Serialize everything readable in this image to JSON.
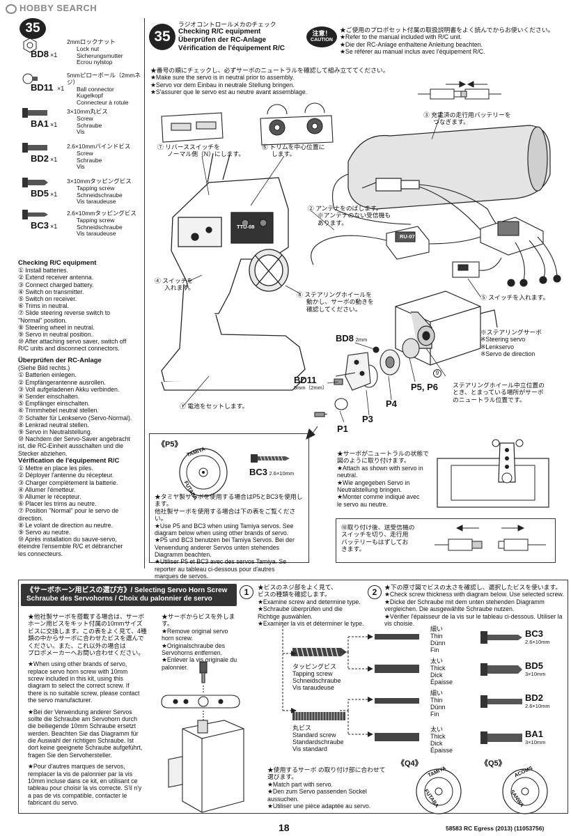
{
  "watermark": "HOBBY SEARCH",
  "step_number": "35",
  "parts": [
    {
      "code": "BD8",
      "qty": "×1",
      "desc": [
        "2mmロックナット",
        "Lock nut",
        "Sicherungsmutter",
        "Ecrou nylstop"
      ]
    },
    {
      "code": "BD11",
      "qty": "×1",
      "desc": [
        "5mmピローボール（2mmネジ）",
        "Ball connector",
        "Kugelkopf",
        "Connecteur à rotule"
      ]
    },
    {
      "code": "BA1",
      "qty": "×1",
      "desc": [
        "3×10mm丸ビス",
        "Screw",
        "Schraube",
        "Vis"
      ]
    },
    {
      "code": "BD2",
      "qty": "×1",
      "desc": [
        "2.6×10mmバインドビス",
        "Screw",
        "Schraube",
        "Vis"
      ]
    },
    {
      "code": "BD5",
      "qty": "×1",
      "desc": [
        "3×10mmタッピングビス",
        "Tapping screw",
        "Schneidschraube",
        "Vis taraudeuse"
      ]
    },
    {
      "code": "BC3",
      "qty": "×1",
      "desc": [
        "2.6×10mmタッピングビス",
        "Tapping screw",
        "Schneidschraube",
        "Vis taraudeuse"
      ]
    }
  ],
  "checklists": [
    {
      "title": "Checking R/C equipment",
      "subtitle": "",
      "items": [
        "① Install batteries.",
        "② Extend receiver antenna.",
        "③ Connect charged battery.",
        "④ Switch on transmitter.",
        "⑤ Switch on receiver.",
        "⑥ Trims in neutral.",
        "⑦ Slide steering reverse switch to",
        "\"Normal\" position.",
        "⑧ Steering wheel in neutral.",
        "⑨ Servo in neutral position.",
        "⑩ After attaching servo saver, switch off",
        "R/C units and disconnect connectors."
      ]
    },
    {
      "title": "Überprüfen der RC-Anlage",
      "subtitle": "(Siehe Bild rechts.)",
      "items": [
        "① Batterien einlegen.",
        "② Empfängerantenne ausrollen.",
        "③ Voll aufgeladenen Akku verbinden.",
        "④ Sender einschalten.",
        "⑤ Empfänger einschalten.",
        "⑥ Trimmhebel neutral stellen.",
        "⑦ Schalter für Lenkservo (Servo-Normal).",
        "⑧ Lenkrad neutral stellen.",
        "⑨ Servo in Neutralstellung.",
        "⑩ Nachdem der Servo-Saver angebracht",
        "ist, die RC-Einheit ausschalten und die",
        "Stecker abziehen."
      ]
    },
    {
      "title": "Vérification de l'équipement R/C",
      "subtitle": "",
      "items": [
        "① Mettre en place les piles.",
        "② Déployer l'antenne du récepteur.",
        "③ Charger complètement la batterie.",
        "④ Allumer l'émetteur.",
        "⑤ Allumer le récepteur.",
        "⑥ Placer les trims au neutre.",
        "⑦ Position \"Normal\" pour le servo de",
        "direction.",
        "⑧ Le volant de direction au neutre.",
        "⑨ Servo au neutre.",
        "⑩ Après installation du sauve-servo,",
        "éteindre l'ensemble R/C et débrancher",
        "les connecteurs."
      ]
    }
  ],
  "header": {
    "title_lines": [
      "ラジオコントロールメカのチェック",
      "Checking R/C equipment",
      "Überprüfen der RC-Anlage",
      "Vérification de l'équipement R/C"
    ],
    "caution_jp": "注意！",
    "caution_en": "CAUTION",
    "caution_lines": [
      "★ご使用のプロポセット付属の取扱説明書をよく読んでからお使いください。",
      "★Refer to the manual included with R/C unit.",
      "★Die der RC-Anlage enthaltene Anleitung beachten.",
      "★Se référer au manual inclus avec l'équipement R/C."
    ]
  },
  "intro_lines": [
    "★番号の順にチェックし、必ずサーボのニュートラルを確認して組み立ててください。",
    "★Make sure the servo is in neutral prior to assembly.",
    "★Servo vor dem Einbau in neutrale Stellung bringen.",
    "★S'assurer que le servo est au neutre avant assemblage."
  ],
  "callouts": {
    "c3": [
      "③ 充電済の走行用バッテリーを",
      "つなぎます。"
    ],
    "c7": [
      "⑦ リバーススイッチを",
      "ノーマル側（N）にします。"
    ],
    "c6": [
      "⑥ トリムを中心位置に",
      "します。"
    ],
    "c2": [
      "② アンテナをのばします。",
      "※アンテナのない受信機も",
      "あります。"
    ],
    "c4": [
      "④ スイッチを",
      "入れます。"
    ],
    "c8": [
      "⑧ ステアリングホイールを",
      "動かし、サーボの動きを",
      "確認してください。"
    ],
    "c5": "⑤ スイッチを入れます。",
    "c1": "① 電池をセットします。",
    "c9": [
      "ステアリングホイール中立位置の",
      "とき、とまっている場所がサーボ",
      "のニュートラル位置です。"
    ],
    "servo_note": [
      "※ステアリングサーボ",
      "※Steering servo",
      "※Lenkservo",
      "※Servo de direction"
    ],
    "receiver_label": "RU-07",
    "transmitter_label": "TTU-08",
    "bd8_label": "BD8",
    "bd8_size": "2mm",
    "bd11_label": "BD11",
    "bd11_size": "5mm（2mm）",
    "p1": "P1",
    "p3": "P3",
    "p4": "P4",
    "p5p6": "P5, P6"
  },
  "p5_box": {
    "title": "《P5》",
    "disc_top": "TAMIYA",
    "disc_bottom": "FUTABA",
    "screw_code": "BC3",
    "screw_size": "2.6×10mm",
    "lines": [
      "★タミヤ製サーボを使用する場合はP5とBC3を使用します。",
      "他社製サーボを使用する場合は下の表をご覧ください。",
      "★Use P5 and BC3 when using Tamiya servos. See",
      "diagram below when using other brands of servo.",
      "★P5 und BC3 benutzen bei Tamiya Servos. Bei der",
      "Verwendung anderer Servos unten stehendes",
      "Diagramm beachten.",
      "★Utiliser P5 et BC3 avec des servos Tamiya. Se",
      "reporter au tableau ci-dessous pour d'autres",
      "marques de servos."
    ]
  },
  "attach_note": [
    "★サーボがニュートラルの状態で",
    "図のように取り付けます。",
    "★Attach as shown with servo in",
    "neutral.",
    "★Wie angegeben Servo in",
    "Neutralstellung bringen.",
    "★Monter comme indiqué avec",
    "le servo au neutre."
  ],
  "step10_note": [
    "⑩取り付け後、送受信機の",
    "スイッチを切り、走行用",
    "バッテリーもはずしてお",
    "きます。"
  ],
  "bottom": {
    "header": "《サーボホーン用ビスの選び方》/ Selecting Servo Horn Screw",
    "header2": "Schraube des Servohorns / Choix du palonnier de servo",
    "left_lines": [
      "★他社製サーボを搭載する場合は、サーボ",
      "ホーン用ビスをキット付属の10mmサイズ",
      "ビスに交換します。この表をよく見て、4種",
      "類の中からサーボに合わせたビスを選んで",
      "ください。また、これ以外の場合は",
      "プロポメーカーへお問い合わせください。",
      "",
      "★When using other brands of servo,",
      "replace servo horn screw with 10mm",
      "screw included in this kit, using this",
      "diagram to select the correct screw. If",
      "there is no suitable screw, please contact",
      "the servo manufacturer.",
      "",
      "★Bei der Verwendung anderer Servos",
      "sollte die Schraube am Servohorn durch",
      "die beiliegende 10mm Schraube ersetzt",
      "werden. Beachten Sie das Diagramm für",
      "die Auswahl der richtigen Schraube. Ist",
      "dort keine geeignete Schraube aufgeführt,",
      "fragen Sie den Servohersteller.",
      "",
      "★Pour d'autres marques de servos,",
      "remplacer la vis de palonnier par la vis",
      "10mm incluse dans ce kit, en utilisant ce",
      "tableau pour choisir la vis correcte. S'il n'y",
      "a pas de vis compatible, contacter le",
      "fabricant du servo."
    ],
    "remove_lines": [
      "★サーボからビスを外します。",
      "★Remove original servo",
      "horn screw.",
      "★Originalschraube des",
      "Servohorns entfernen.",
      "★Enlever la vis originale du",
      "palonnier."
    ],
    "step1_lines": [
      "★ビスのネジ部をよく見て、",
      "ビスの種類を確認します。",
      "★Examine screw and determine type.",
      "★Schraube überprüfen und die",
      "Richtige auswählen.",
      "★Examiner la vis et déterminer le type."
    ],
    "step2_lines": [
      "★下の原寸図でビスの太さを確認し、選択したビスを使います。",
      "★Check screw thickness with diagram below. Use selected screw.",
      "★Dicke der Schraube mit dem unten stehenden Diagramm",
      "vergleichen. Die ausgewählte Schraube nutzen.",
      "★Vérifier l'épaisseur de la vis sur le tableau ci-dessous. Utiliser la",
      "vis choisie."
    ],
    "tapping_lines": [
      "タッピングビス",
      "Tapping screw",
      "Schneidschraube",
      "Vis taraudeuse"
    ],
    "standard_lines": [
      "丸ビス",
      "Standard screw",
      "Standardschraube",
      "Vis standard"
    ],
    "rows": [
      {
        "thick": [
          "細い",
          "Thin",
          "Dünn",
          "Fin"
        ],
        "code": "BC3",
        "size": "2.6×10mm"
      },
      {
        "thick": [
          "太い",
          "Thick",
          "Dick",
          "Épaisse"
        ],
        "code": "BD5",
        "size": "3×10mm"
      },
      {
        "thick": [
          "細い",
          "Thin",
          "Dünn",
          "Fin"
        ],
        "code": "BD2",
        "size": "2.6×10mm"
      },
      {
        "thick": [
          "太い",
          "Thick",
          "Dick",
          "Épaisse"
        ],
        "code": "BA1",
        "size": "3×10mm"
      }
    ],
    "match_lines": [
      "★使用するサーボ の取り付け部に合わせて",
      "選びます。",
      "★Match part with servo.",
      "★Den zum Servo passenden Sockel",
      "aussuchen.",
      "★Utiliser une pièce adaptée au servo."
    ],
    "q4": {
      "label": "《Q4》",
      "top": "TAMIYA",
      "bottom": "FUTABA"
    },
    "q5": {
      "label": "《Q5》",
      "top": "ACOMS",
      "bottom": "SANWA"
    },
    "step1_num": "1",
    "step2_num": "2"
  },
  "footer": {
    "page": "18",
    "code": "58583 RC Egress (2013) (11053756)"
  }
}
